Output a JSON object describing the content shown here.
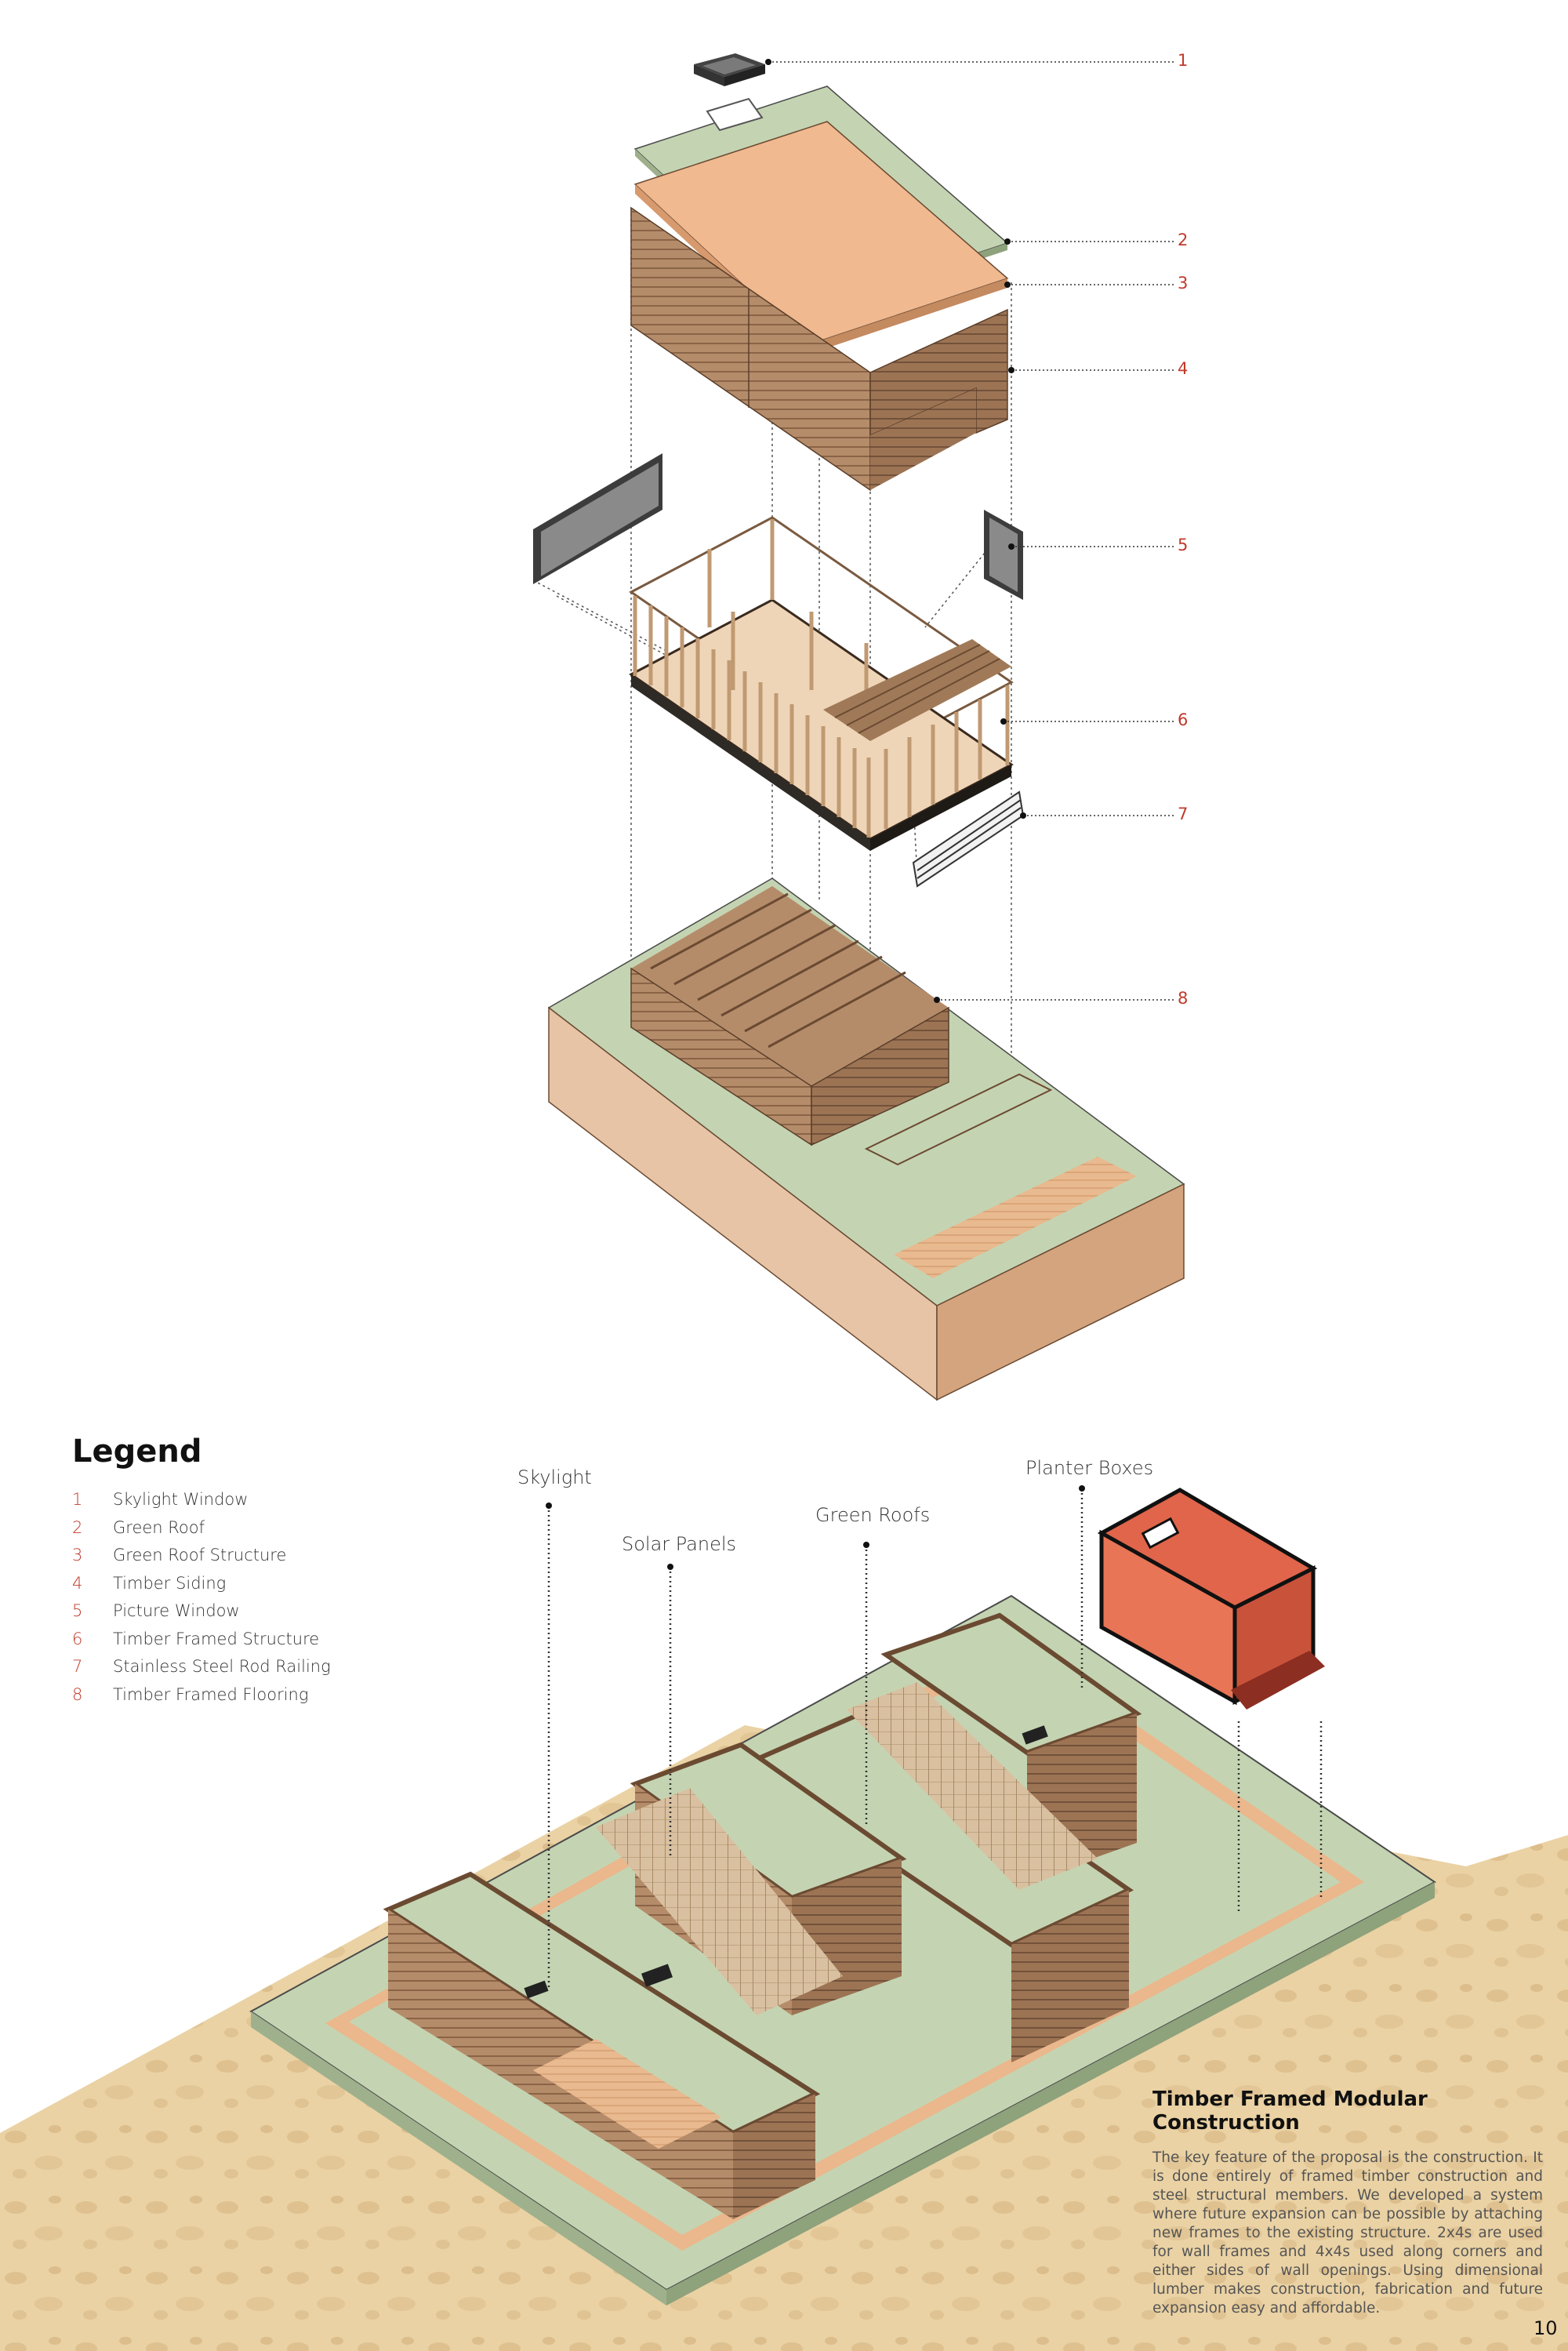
{
  "exploded_labels": [
    "1",
    "2",
    "3",
    "4",
    "5",
    "6",
    "7",
    "8"
  ],
  "legend": {
    "title": "Legend",
    "items": [
      {
        "num": "1",
        "label": "Skylight Window"
      },
      {
        "num": "2",
        "label": "Green Roof"
      },
      {
        "num": "3",
        "label": "Green Roof Structure"
      },
      {
        "num": "4",
        "label": "Timber Siding"
      },
      {
        "num": "5",
        "label": "Picture Window"
      },
      {
        "num": "6",
        "label": "Timber Framed Structure"
      },
      {
        "num": "7",
        "label": "Stainless Steel Rod Railing"
      },
      {
        "num": "8",
        "label": "Timber Framed Flooring"
      }
    ]
  },
  "callouts": {
    "skylight": "Skylight",
    "solar_panels": "Solar Panels",
    "green_roofs": "Green Roofs",
    "planter_boxes": "Planter Boxes"
  },
  "description": {
    "title": "Timber Framed Modular Construction",
    "body": "The key feature of the proposal is the construction. It is done entirely of framed timber construction and steel structural members. We developed a system where future expansion can be possible by attaching new frames to the existing structure. 2x4s are used for wall frames and 4x4s used along corners and either sides of wall openings. Using dimensional lumber makes construction, fabrication and future expansion easy and affordable."
  },
  "page_number": "10",
  "colors": {
    "green_roof": "#c4d4b2",
    "timber": "#b58c6a",
    "timber_dark": "#8a6446",
    "roof_structure": "#f0b990",
    "soil": "#e8c4a6",
    "sand": "#ead2a4",
    "accent_red": "#c0392b",
    "module_orange": "#e0654a"
  }
}
